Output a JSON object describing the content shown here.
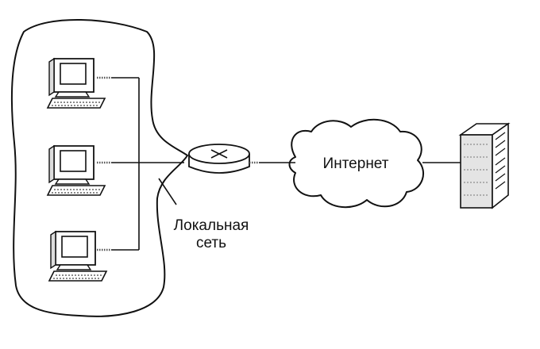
{
  "labels": {
    "internet": "Интернет",
    "lan_line1": "Локальная",
    "lan_line2": "сеть"
  },
  "icons": [
    "workstation-icon",
    "workstation-icon",
    "workstation-icon",
    "router-icon",
    "server-icon",
    "internet-cloud"
  ],
  "colors": {
    "ink": "#111111",
    "background": "#ffffff"
  }
}
